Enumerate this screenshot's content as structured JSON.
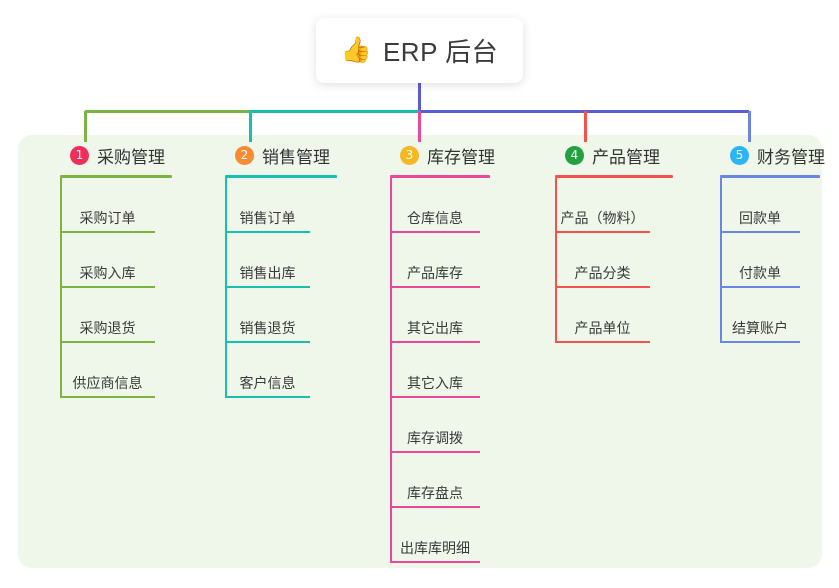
{
  "root": {
    "icon": "thumbs-up-icon",
    "emoji": "👍",
    "title": "ERP 后台"
  },
  "palette": {
    "panel_bg": "#eef7e9",
    "page_bg": "#ffffff",
    "trunk": "#5b5bd6",
    "text": "#333333"
  },
  "columns": [
    {
      "number": "1",
      "title": "采购管理",
      "badge_color": "#ef2f5b",
      "line_color": "#7cb342",
      "items": [
        {
          "label": "采购订单"
        },
        {
          "label": "采购入库"
        },
        {
          "label": "采购退货"
        },
        {
          "label": "供应商信息"
        }
      ]
    },
    {
      "number": "2",
      "title": "销售管理",
      "badge_color": "#f68b33",
      "line_color": "#19bfae",
      "items": [
        {
          "label": "销售订单"
        },
        {
          "label": "销售出库"
        },
        {
          "label": "销售退货"
        },
        {
          "label": "客户信息"
        }
      ]
    },
    {
      "number": "3",
      "title": "库存管理",
      "badge_color": "#f5b722",
      "line_color": "#ec4899",
      "items": [
        {
          "label": "仓库信息"
        },
        {
          "label": "产品库存"
        },
        {
          "label": "其它出库"
        },
        {
          "label": "其它入库"
        },
        {
          "label": "库存调拨"
        },
        {
          "label": "库存盘点"
        },
        {
          "label": "出库库明细"
        }
      ]
    },
    {
      "number": "4",
      "title": "产品管理",
      "badge_color": "#23a13f",
      "line_color": "#f4534d",
      "items": [
        {
          "label": "产品（物料）"
        },
        {
          "label": "产品分类"
        },
        {
          "label": "产品单位"
        }
      ]
    },
    {
      "number": "5",
      "title": "财务管理",
      "badge_color": "#29b6f6",
      "line_color": "#6a86e0",
      "items": [
        {
          "label": "回款单"
        },
        {
          "label": "付款单"
        },
        {
          "label": "结算账户"
        }
      ]
    }
  ]
}
